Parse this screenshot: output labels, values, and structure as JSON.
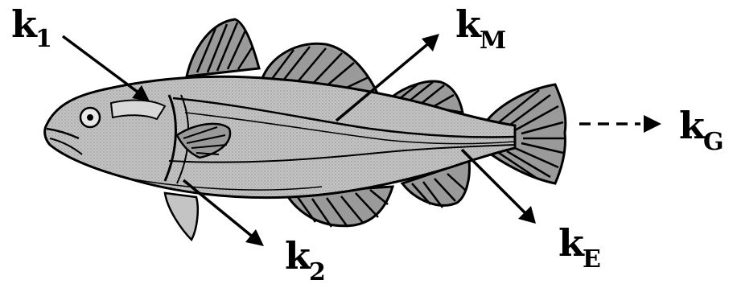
{
  "diagram": {
    "subject": "fish",
    "rate_labels": {
      "k1": {
        "base": "k",
        "subscript": "1"
      },
      "k2": {
        "base": "k",
        "subscript": "2"
      },
      "kM": {
        "base": "k",
        "subscript": "M"
      },
      "kE": {
        "base": "k",
        "subscript": "E"
      },
      "kG": {
        "base": "k",
        "subscript": "G"
      }
    },
    "colors": {
      "ink": "#000000",
      "body_fill": "#bdbdbd",
      "fin_fill": "#9a9a9a",
      "background": "#ffffff"
    }
  }
}
